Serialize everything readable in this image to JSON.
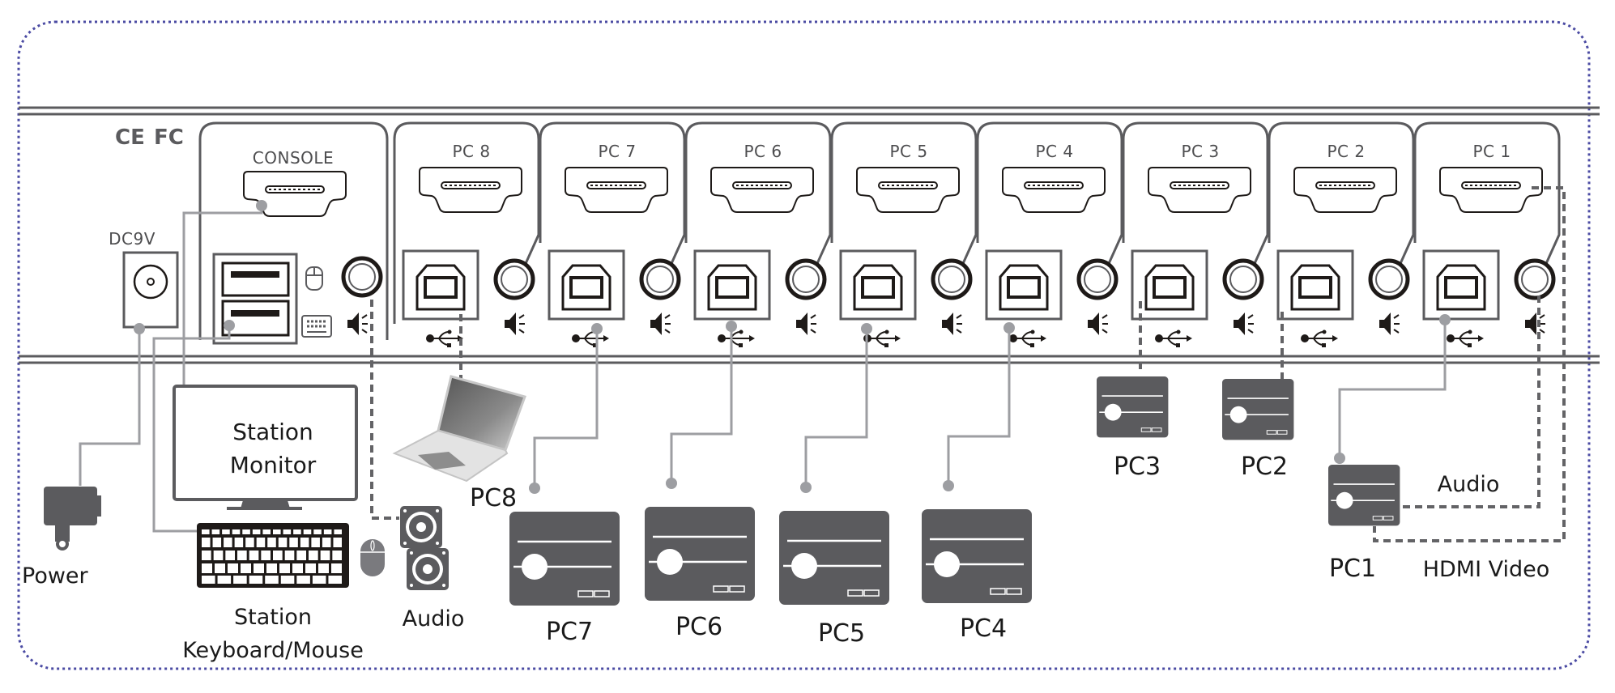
{
  "diagram": {
    "title": "8-Port HDMI KVM Switch Connection Diagram",
    "certifications": [
      "CE",
      "FC"
    ],
    "power_port_label": "DC9V",
    "console_label": "CONSOLE",
    "pc_ports": [
      "PC 8",
      "PC 7",
      "PC 6",
      "PC 5",
      "PC 4",
      "PC 3",
      "PC 2",
      "PC 1"
    ],
    "colors": {
      "border": "#4b4ba3",
      "device": "#5b5b5e",
      "cable_solid": "#9d9ea2",
      "cable_dashed": "#636366",
      "port_ink": "#1e1a18"
    },
    "devices": {
      "power": "Power",
      "monitor_line1": "Station",
      "monitor_line2": "Monitor",
      "keyboard_line1": "Station",
      "keyboard_line2": "Keyboard/Mouse",
      "audio": "Audio",
      "pc8": "PC8",
      "pc7": "PC7",
      "pc6": "PC6",
      "pc5": "PC5",
      "pc4": "PC4",
      "pc3": "PC3",
      "pc2": "PC2",
      "pc1": "PC1",
      "pc1_audio": "Audio",
      "pc1_video": "HDMI Video"
    },
    "icons": [
      "ce-mark-icon",
      "fcc-mark-icon",
      "dc-power-jack-icon",
      "hdmi-port-icon",
      "usb-b-port-icon",
      "usb-a-port-icon",
      "audio-jack-icon",
      "speaker-icon",
      "usb-symbol-icon",
      "mouse-icon",
      "keyboard-icon",
      "laptop-icon",
      "desktop-pc-icon",
      "monitor-icon",
      "power-adapter-icon"
    ]
  }
}
